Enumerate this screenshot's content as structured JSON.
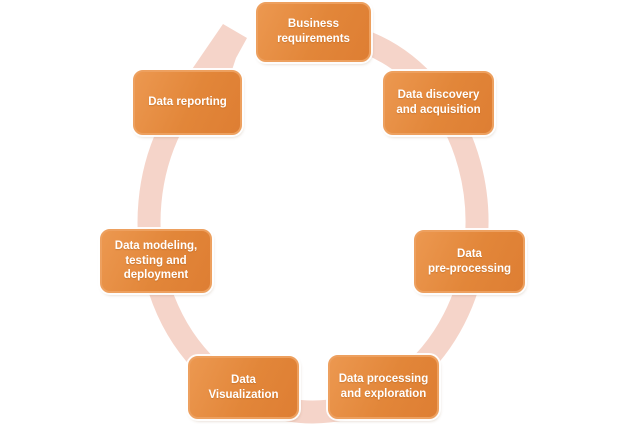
{
  "diagram": {
    "type": "cycle",
    "direction": "clockwise",
    "nodes": [
      {
        "id": "business-requirements",
        "label": "Business\nrequirements"
      },
      {
        "id": "data-discovery-acquisition",
        "label": "Data discovery\nand acquisition"
      },
      {
        "id": "data-pre-processing",
        "label": "Data\npre-processing"
      },
      {
        "id": "data-processing-exploration",
        "label": "Data processing\nand exploration"
      },
      {
        "id": "data-visualization",
        "label": "Data\nVisualization"
      },
      {
        "id": "data-modeling-testing-deployment",
        "label": "Data modeling,\ntesting and\ndeployment"
      },
      {
        "id": "data-reporting",
        "label": "Data reporting"
      }
    ],
    "colors": {
      "node_fill": "#e28639",
      "node_border": "#eda05f",
      "node_text": "#ffffff",
      "ring": "#f5d4c9"
    }
  }
}
